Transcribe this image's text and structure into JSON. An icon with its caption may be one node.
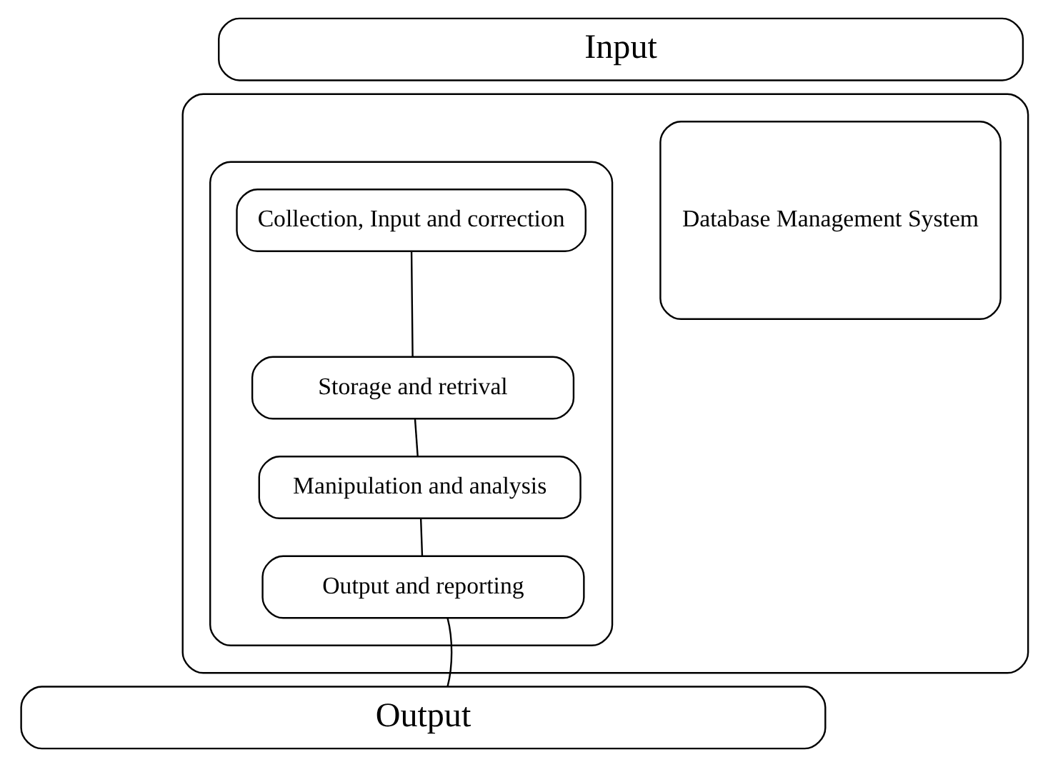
{
  "diagram": {
    "nodes": [
      {
        "text": [
          "Input"
        ]
      },
      {
        "text": [],
        "shape": "box"
      },
      {
        "text": [],
        "shape": "box",
        "in": 1
      },
      {
        "text": [
          "Collection, Input and correction"
        ],
        "in": 2
      },
      {
        "text": [
          "Storage and retrival"
        ],
        "in": 2
      },
      {
        "text": [
          "Manipulation and analysis"
        ],
        "in": 2
      },
      {
        "text": [
          "Output and reporting"
        ],
        "in": 2
      },
      {
        "text": [
          "Database Management System"
        ],
        "in": 1
      },
      {
        "text": [
          "Output"
        ]
      }
    ],
    "edges": [
      {
        "from": 3,
        "to": 4,
        "arrow": "none"
      },
      {
        "from": 4,
        "to": 5,
        "arrow": "none"
      },
      {
        "from": 5,
        "to": 6,
        "arrow": "none"
      },
      {
        "from": 6,
        "to": 8,
        "arrow": "none"
      }
    ]
  }
}
